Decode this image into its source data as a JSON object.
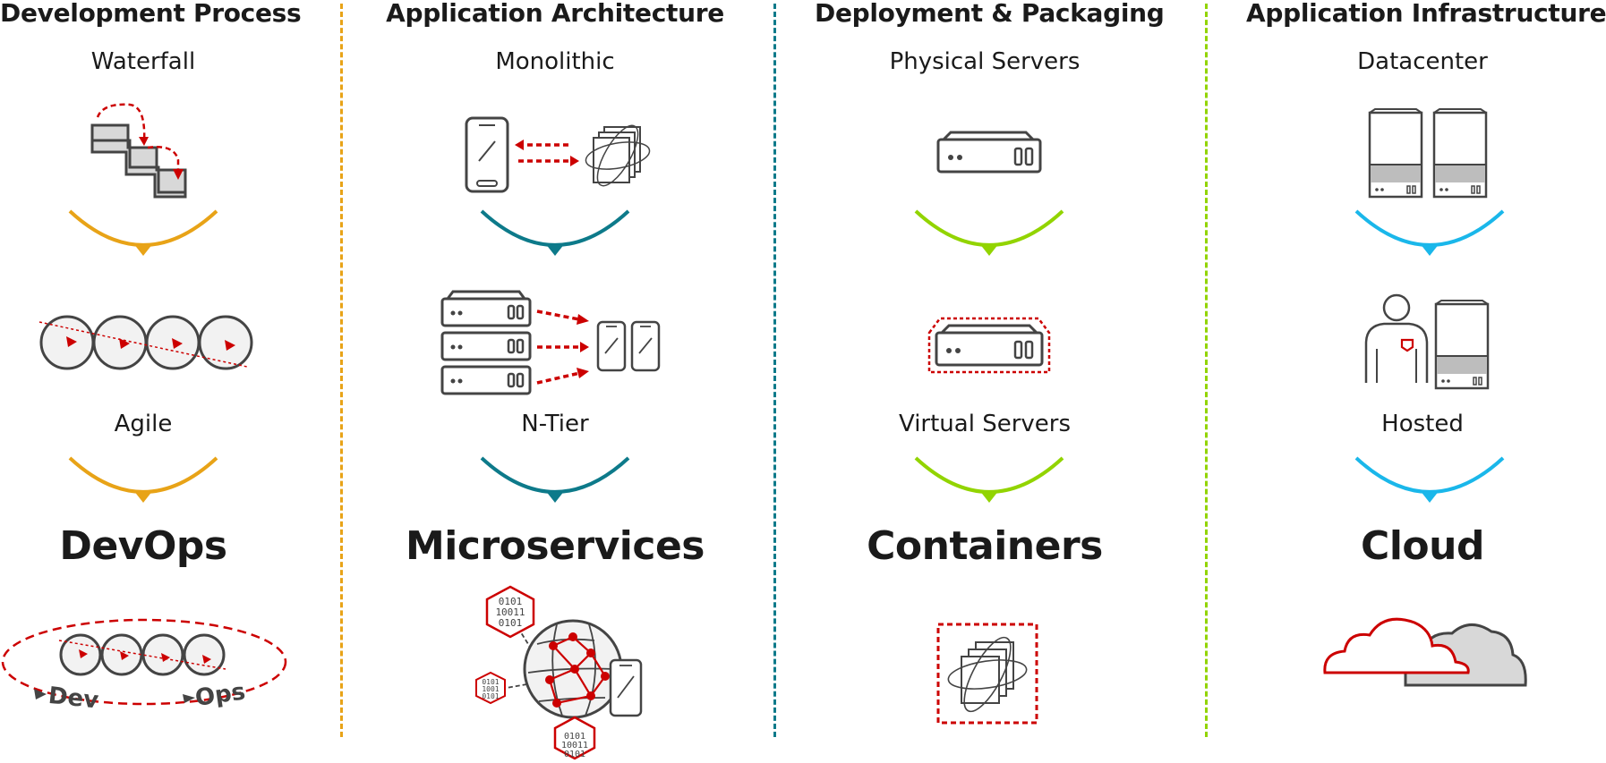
{
  "colors": {
    "development_process": "#e8a317",
    "application_architecture": "#0d7a8a",
    "deployment_packaging": "#92d400",
    "application_infrastructure": "#1ab7ea",
    "accent_red": "#cc0000",
    "icon_gray": "#444444"
  },
  "columns": [
    {
      "id": "development_process",
      "title": "Development Process",
      "stage1": "Waterfall",
      "stage2": "Agile",
      "final": "DevOps",
      "icons": [
        "staircase-icon",
        "sprint-circles-icon",
        "devops-loop-icon"
      ],
      "loop_labels": [
        "Dev",
        "Ops"
      ]
    },
    {
      "id": "application_architecture",
      "title": "Application Architecture",
      "stage1": "Monolithic",
      "stage2": "N-Tier",
      "final": "Microservices",
      "icons": [
        "phone-monolith-icon",
        "server-stack-icon",
        "microservices-globe-icon"
      ],
      "hex_labels": [
        "0101\n10011\n0101",
        "0101\n1001\n0101",
        "0101\n10011\n0101"
      ]
    },
    {
      "id": "deployment_packaging",
      "title": "Deployment & Packaging",
      "stage1": "Physical Servers",
      "stage2": "Virtual Servers",
      "final": "Containers",
      "icons": [
        "server-icon",
        "virtual-server-icon",
        "container-icon"
      ]
    },
    {
      "id": "application_infrastructure",
      "title": "Application Infrastructure",
      "stage1": "Datacenter",
      "stage2": "Hosted",
      "final": "Cloud",
      "icons": [
        "datacenter-icon",
        "hosted-person-icon",
        "cloud-icon"
      ]
    }
  ]
}
